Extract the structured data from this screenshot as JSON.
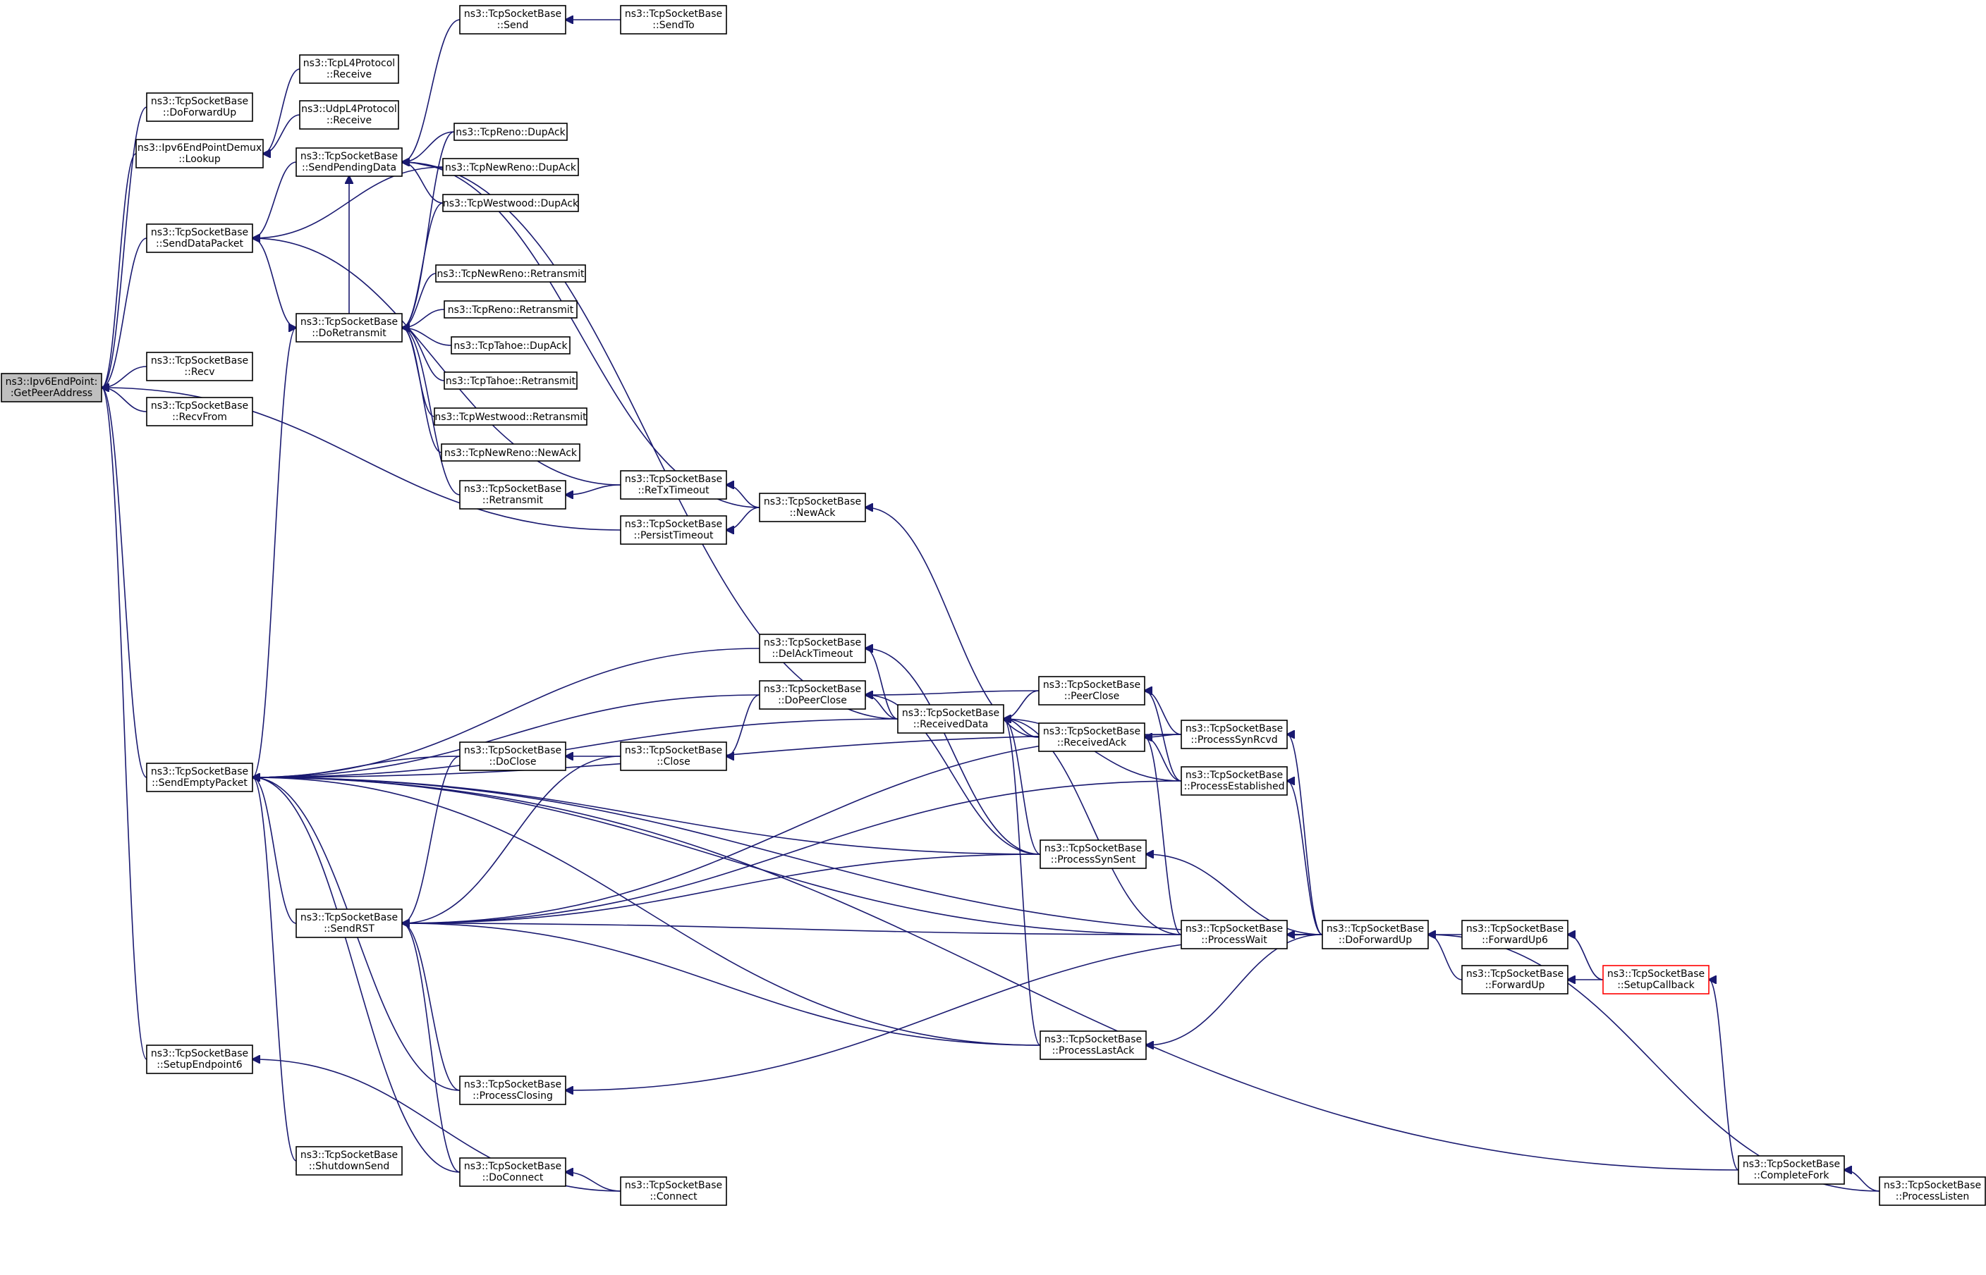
{
  "nodes": [
    {
      "id": "root",
      "lines": [
        "ns3::Ipv6EndPoint:",
        ":GetPeerAddress"
      ],
      "root": true
    },
    {
      "id": "dfu1",
      "lines": [
        "ns3::TcpSocketBase",
        "::DoForwardUp"
      ]
    },
    {
      "id": "lookup",
      "lines": [
        "ns3::Ipv6EndPointDemux",
        "::Lookup"
      ]
    },
    {
      "id": "senddata",
      "lines": [
        "ns3::TcpSocketBase",
        "::SendDataPacket"
      ]
    },
    {
      "id": "recv",
      "lines": [
        "ns3::TcpSocketBase",
        "::Recv"
      ]
    },
    {
      "id": "recvfrom",
      "lines": [
        "ns3::TcpSocketBase",
        "::RecvFrom"
      ]
    },
    {
      "id": "sendempty",
      "lines": [
        "ns3::TcpSocketBase",
        "::SendEmptyPacket"
      ]
    },
    {
      "id": "setupep6",
      "lines": [
        "ns3::TcpSocketBase",
        "::SetupEndpoint6"
      ]
    },
    {
      "id": "tcpl4",
      "lines": [
        "ns3::TcpL4Protocol",
        "::Receive"
      ]
    },
    {
      "id": "udpl4",
      "lines": [
        "ns3::UdpL4Protocol",
        "::Receive"
      ]
    },
    {
      "id": "sendpending",
      "lines": [
        "ns3::TcpSocketBase",
        "::SendPendingData"
      ]
    },
    {
      "id": "doretransmit",
      "lines": [
        "ns3::TcpSocketBase",
        "::DoRetransmit"
      ]
    },
    {
      "id": "sendrst",
      "lines": [
        "ns3::TcpSocketBase",
        "::SendRST"
      ]
    },
    {
      "id": "shutdown",
      "lines": [
        "ns3::TcpSocketBase",
        "::ShutdownSend"
      ]
    },
    {
      "id": "send",
      "lines": [
        "ns3::TcpSocketBase",
        "::Send"
      ]
    },
    {
      "id": "sendto",
      "lines": [
        "ns3::TcpSocketBase",
        "::SendTo"
      ]
    },
    {
      "id": "renodup",
      "lines": [
        "ns3::TcpReno::DupAck"
      ]
    },
    {
      "id": "newrenodup",
      "lines": [
        "ns3::TcpNewReno::DupAck"
      ]
    },
    {
      "id": "westdup",
      "lines": [
        "ns3::TcpWestwood::DupAck"
      ]
    },
    {
      "id": "newrenoret",
      "lines": [
        "ns3::TcpNewReno::Retransmit"
      ]
    },
    {
      "id": "renoret",
      "lines": [
        "ns3::TcpReno::Retransmit"
      ]
    },
    {
      "id": "tahoedup",
      "lines": [
        "ns3::TcpTahoe::DupAck"
      ]
    },
    {
      "id": "tahoeret",
      "lines": [
        "ns3::TcpTahoe::Retransmit"
      ]
    },
    {
      "id": "westret",
      "lines": [
        "ns3::TcpWestwood::Retransmit"
      ]
    },
    {
      "id": "newrenonewack",
      "lines": [
        "ns3::TcpNewReno::NewAck"
      ]
    },
    {
      "id": "retransmit",
      "lines": [
        "ns3::TcpSocketBase",
        "::Retransmit"
      ]
    },
    {
      "id": "rettimeout",
      "lines": [
        "ns3::TcpSocketBase",
        "::ReTxTimeout"
      ]
    },
    {
      "id": "persist",
      "lines": [
        "ns3::TcpSocketBase",
        "::PersistTimeout"
      ]
    },
    {
      "id": "newack",
      "lines": [
        "ns3::TcpSocketBase",
        "::NewAck"
      ]
    },
    {
      "id": "delack",
      "lines": [
        "ns3::TcpSocketBase",
        "::DelAckTimeout"
      ]
    },
    {
      "id": "dopeerclose",
      "lines": [
        "ns3::TcpSocketBase",
        "::DoPeerClose"
      ]
    },
    {
      "id": "doclose",
      "lines": [
        "ns3::TcpSocketBase",
        "::DoClose"
      ]
    },
    {
      "id": "close",
      "lines": [
        "ns3::TcpSocketBase",
        "::Close"
      ]
    },
    {
      "id": "receiveddata",
      "lines": [
        "ns3::TcpSocketBase",
        "::ReceivedData"
      ]
    },
    {
      "id": "peerclose",
      "lines": [
        "ns3::TcpSocketBase",
        "::PeerClose"
      ]
    },
    {
      "id": "receivedack",
      "lines": [
        "ns3::TcpSocketBase",
        "::ReceivedAck"
      ]
    },
    {
      "id": "synrcvd",
      "lines": [
        "ns3::TcpSocketBase",
        "::ProcessSynRcvd"
      ]
    },
    {
      "id": "established",
      "lines": [
        "ns3::TcpSocketBase",
        "::ProcessEstablished"
      ]
    },
    {
      "id": "synsent",
      "lines": [
        "ns3::TcpSocketBase",
        "::ProcessSynSent"
      ]
    },
    {
      "id": "pwait",
      "lines": [
        "ns3::TcpSocketBase",
        "::ProcessWait"
      ]
    },
    {
      "id": "dfu2",
      "lines": [
        "ns3::TcpSocketBase",
        "::DoForwardUp"
      ]
    },
    {
      "id": "lastack",
      "lines": [
        "ns3::TcpSocketBase",
        "::ProcessLastAck"
      ]
    },
    {
      "id": "closing",
      "lines": [
        "ns3::TcpSocketBase",
        "::ProcessClosing"
      ]
    },
    {
      "id": "doconnect",
      "lines": [
        "ns3::TcpSocketBase",
        "::DoConnect"
      ]
    },
    {
      "id": "connect",
      "lines": [
        "ns3::TcpSocketBase",
        "::Connect"
      ]
    },
    {
      "id": "fwd6",
      "lines": [
        "ns3::TcpSocketBase",
        "::ForwardUp6"
      ]
    },
    {
      "id": "fwd",
      "lines": [
        "ns3::TcpSocketBase",
        "::ForwardUp"
      ]
    },
    {
      "id": "setupcb",
      "lines": [
        "ns3::TcpSocketBase",
        "::SetupCallback"
      ],
      "highlight": true
    },
    {
      "id": "completefork",
      "lines": [
        "ns3::TcpSocketBase",
        "::CompleteFork"
      ]
    },
    {
      "id": "plisten",
      "lines": [
        "ns3::TcpSocketBase",
        "::ProcessListen"
      ]
    }
  ],
  "edges": [
    [
      "dfu1",
      "root"
    ],
    [
      "lookup",
      "root"
    ],
    [
      "senddata",
      "root"
    ],
    [
      "recv",
      "root"
    ],
    [
      "recvfrom",
      "root"
    ],
    [
      "sendempty",
      "root"
    ],
    [
      "setupep6",
      "root"
    ],
    [
      "persist",
      "root"
    ],
    [
      "tcpl4",
      "lookup"
    ],
    [
      "udpl4",
      "lookup"
    ],
    [
      "sendpending",
      "senddata"
    ],
    [
      "doretransmit",
      "senddata"
    ],
    [
      "newrenodup",
      "senddata"
    ],
    [
      "rettimeout",
      "senddata"
    ],
    [
      "send",
      "sendpending"
    ],
    [
      "renodup",
      "sendpending"
    ],
    [
      "newrenodup",
      "sendpending"
    ],
    [
      "westdup",
      "sendpending"
    ],
    [
      "newack",
      "sendpending"
    ],
    [
      "receiveddata",
      "sendpending"
    ],
    [
      "doretransmit",
      "sendpending"
    ],
    [
      "sendto",
      "send"
    ],
    [
      "renodup",
      "doretransmit"
    ],
    [
      "westdup",
      "doretransmit"
    ],
    [
      "newrenoret",
      "doretransmit"
    ],
    [
      "renoret",
      "doretransmit"
    ],
    [
      "tahoedup",
      "doretransmit"
    ],
    [
      "tahoeret",
      "doretransmit"
    ],
    [
      "westret",
      "doretransmit"
    ],
    [
      "newrenonewack",
      "doretransmit"
    ],
    [
      "retransmit",
      "doretransmit"
    ],
    [
      "sendempty",
      "doretransmit"
    ],
    [
      "rettimeout",
      "retransmit"
    ],
    [
      "newack",
      "rettimeout"
    ],
    [
      "newack",
      "persist"
    ],
    [
      "receivedack",
      "newack"
    ],
    [
      "delack",
      "sendempty"
    ],
    [
      "dopeerclose",
      "sendempty"
    ],
    [
      "doclose",
      "sendempty"
    ],
    [
      "receiveddata",
      "sendempty"
    ],
    [
      "synrcvd",
      "sendempty"
    ],
    [
      "dfu2",
      "sendempty"
    ],
    [
      "synsent",
      "sendempty"
    ],
    [
      "sendrst",
      "sendempty"
    ],
    [
      "closing",
      "sendempty"
    ],
    [
      "pwait",
      "sendempty"
    ],
    [
      "lastack",
      "sendempty"
    ],
    [
      "shutdown",
      "sendempty"
    ],
    [
      "doconnect",
      "sendempty"
    ],
    [
      "completefork",
      "sendempty"
    ],
    [
      "close",
      "doclose"
    ],
    [
      "dopeerclose",
      "close"
    ],
    [
      "receiveddata",
      "delack"
    ],
    [
      "receiveddata",
      "dopeerclose"
    ],
    [
      "peerclose",
      "dopeerclose"
    ],
    [
      "synsent",
      "dopeerclose"
    ],
    [
      "synsent",
      "delack"
    ],
    [
      "peerclose",
      "receiveddata"
    ],
    [
      "receivedack",
      "receiveddata"
    ],
    [
      "established",
      "receiveddata"
    ],
    [
      "synsent",
      "receiveddata"
    ],
    [
      "pwait",
      "receiveddata"
    ],
    [
      "lastack",
      "receiveddata"
    ],
    [
      "synrcvd",
      "peerclose"
    ],
    [
      "established",
      "peerclose"
    ],
    [
      "synrcvd",
      "receivedack"
    ],
    [
      "established",
      "receivedack"
    ],
    [
      "pwait",
      "receivedack"
    ],
    [
      "dfu2",
      "synrcvd"
    ],
    [
      "dfu2",
      "established"
    ],
    [
      "dfu2",
      "synsent"
    ],
    [
      "dfu2",
      "pwait"
    ],
    [
      "dfu2",
      "lastack"
    ],
    [
      "dfu2",
      "closing"
    ],
    [
      "doclose",
      "sendrst"
    ],
    [
      "close",
      "sendrst"
    ],
    [
      "synsent",
      "sendrst"
    ],
    [
      "synrcvd",
      "sendrst"
    ],
    [
      "established",
      "sendrst"
    ],
    [
      "pwait",
      "sendrst"
    ],
    [
      "lastack",
      "sendrst"
    ],
    [
      "closing",
      "sendrst"
    ],
    [
      "doconnect",
      "sendrst"
    ],
    [
      "connect",
      "doconnect"
    ],
    [
      "connect",
      "setupep6"
    ],
    [
      "fwd6",
      "dfu2"
    ],
    [
      "fwd",
      "dfu2"
    ],
    [
      "plisten",
      "dfu2"
    ],
    [
      "setupcb",
      "fwd6"
    ],
    [
      "setupcb",
      "fwd"
    ],
    [
      "completefork",
      "setupcb"
    ],
    [
      "plisten",
      "completefork"
    ]
  ]
}
